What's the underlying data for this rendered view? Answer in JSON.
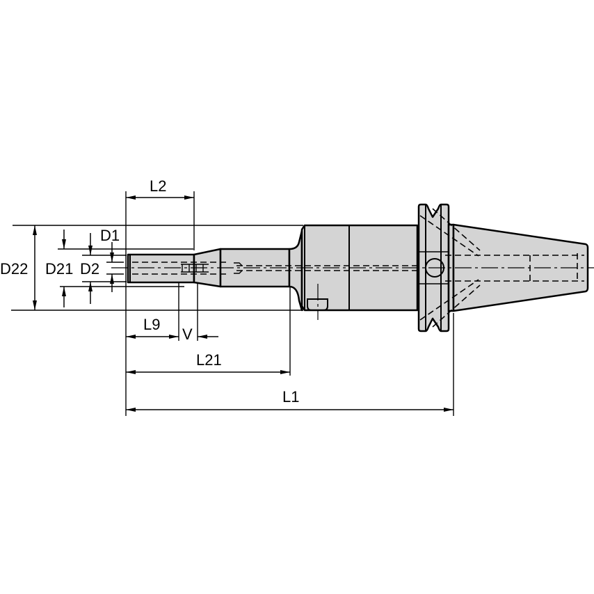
{
  "drawing": {
    "type": "technical-drawing",
    "subject": "tool holder with taper shank (side view)",
    "colors": {
      "body_fill": "#d4d4d4",
      "line": "#000000",
      "background": "#ffffff"
    },
    "dimensions": {
      "L2": "L2",
      "D1": "D1",
      "D22": "D22",
      "D21": "D21",
      "D2": "D2",
      "L9": "L9",
      "V": "V",
      "L21": "L21",
      "L1": "L1"
    }
  }
}
